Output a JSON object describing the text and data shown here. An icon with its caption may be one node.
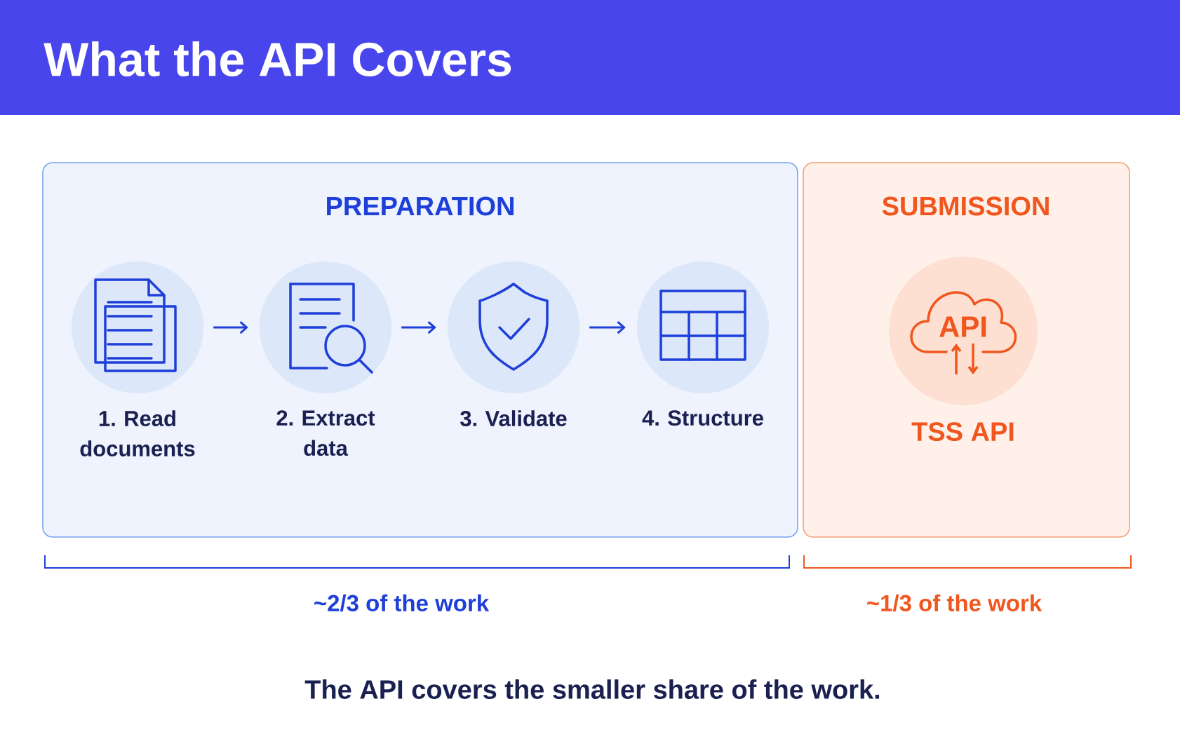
{
  "diagram": {
    "title": "What the API Covers",
    "nodes": [
      {
        "text": [
          "PREPARATION"
        ]
      },
      {
        "text": [
          "1. Read documents"
        ],
        "in": 0
      },
      {
        "text": [
          "2. Extract data"
        ],
        "in": 0
      },
      {
        "text": [
          "3. Validate"
        ],
        "in": 0
      },
      {
        "text": [
          "4. Structure"
        ],
        "in": 0
      },
      {
        "text": [
          "SUBMISSION"
        ]
      },
      {
        "text": [
          "API",
          "TSS API"
        ],
        "in": 5
      }
    ],
    "edges": [
      {
        "from": 1,
        "to": 2,
        "arrow": "to"
      },
      {
        "from": 2,
        "to": 3,
        "arrow": "to"
      },
      {
        "from": 3,
        "to": 4,
        "arrow": "to"
      }
    ],
    "labels": [
      "~2/3 of the work",
      "~1/3 of the work"
    ],
    "caption": "The API covers the smaller share of the work."
  }
}
